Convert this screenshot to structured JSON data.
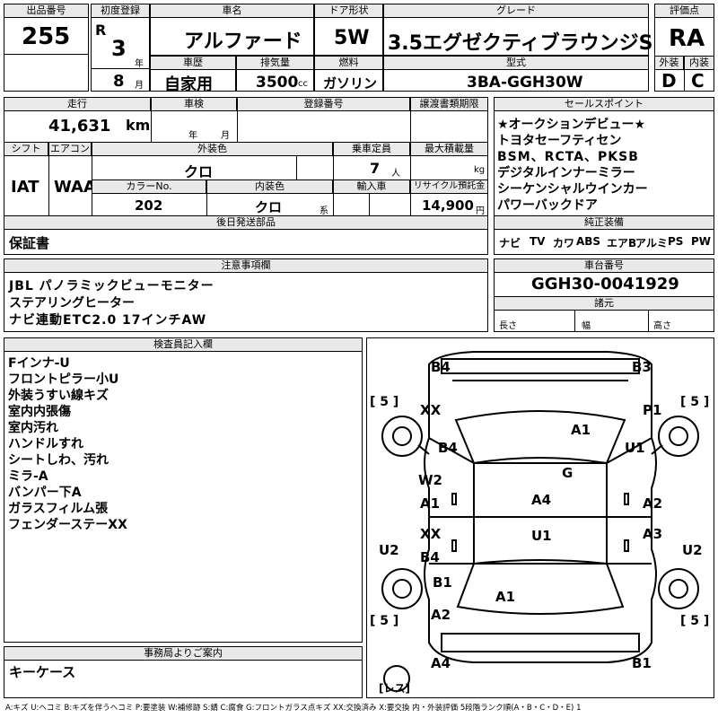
{
  "header": {
    "lot_label": "出品番号",
    "lot_value": "255",
    "first_reg_label": "初度登録",
    "era": "R",
    "year_value": "3",
    "year_unit": "年",
    "month_value": "8",
    "month_unit": "月",
    "name_label": "車名",
    "name_value": "アルファード",
    "door_label": "ドア形状",
    "door_value": "5W",
    "grade_label": "グレード",
    "grade_value": "3.5エグゼクティブラウンジS",
    "score_label": "評価点",
    "score_value": "RA",
    "history_label": "車歴",
    "history_value": "自家用",
    "displacement_label": "排気量",
    "displacement_value": "3500",
    "displacement_unit": "cc",
    "fuel_label": "燃料",
    "fuel_value": "ガソリン",
    "model_label": "型式",
    "model_value": "3BA-GGH30W",
    "exterior_label": "外装",
    "exterior_value": "D",
    "interior_label": "内装",
    "interior_value": "C"
  },
  "row2": {
    "mileage_label": "走行",
    "mileage_value": "41,631",
    "mileage_unit": "km",
    "inspection_label": "車検",
    "inspection_year_unit": "年",
    "inspection_month_unit": "月",
    "reg_no_label": "登録番号",
    "transfer_label": "譲渡書類期限",
    "shift_label": "シフト",
    "shift_value": "IAT",
    "ac_label": "エアコン",
    "ac_value": "WAA",
    "ext_color_label": "外装色",
    "ext_color_value": "クロ",
    "capacity_label": "乗車定員",
    "capacity_value": "7",
    "capacity_unit": "人",
    "load_label": "最大積載量",
    "load_unit": "kg",
    "color_no_label": "カラーNo.",
    "color_no_value": "202",
    "int_color_label": "内装色",
    "int_color_value": "クロ",
    "int_color_unit": "系",
    "import_label": "輸入車",
    "recycle_label": "リサイクル預託金",
    "recycle_value": "14,900",
    "recycle_unit": "円",
    "later_parts_label": "後日発送部品",
    "later_parts_value": "保証書"
  },
  "sales_points": {
    "label": "セールスポイント",
    "lines": [
      "★オークションデビュー★",
      "トヨタセーフティセン",
      "BSM、RCTA、PKSB",
      "デジタルインナーミラー",
      "シーケンシャルウインカー",
      "パワーバックドア"
    ]
  },
  "equipment": {
    "label": "純正装備",
    "items": [
      "ナビ",
      "TV",
      "カワ",
      "ABS",
      "エアB",
      "アルミ",
      "PS",
      "PW"
    ]
  },
  "notes": {
    "label": "注意事項欄",
    "lines": [
      "JBL パノラミックビューモニター",
      "ステアリングヒーター",
      "ナビ連動ETC2.0 17インチAW"
    ]
  },
  "chassis": {
    "label": "車台番号",
    "value": "GGH30-0041929",
    "spec_label": "諸元",
    "length_label": "長さ",
    "width_label": "幅",
    "height_label": "高さ"
  },
  "inspector": {
    "label": "検査員記入欄",
    "lines": [
      "Fインナ-U",
      "フロントピラー小U",
      "外装うすい線キズ",
      "室内内張傷",
      "室内汚れ",
      "ハンドルすれ",
      "シートしわ、汚れ",
      "ミラ-A",
      "バンパー下A",
      "ガラスフィルム張",
      "フェンダーステーXX"
    ]
  },
  "office": {
    "label": "事務局よりご案内",
    "value": "キーケース"
  },
  "diagram": {
    "marks": {
      "b4_top": "B4",
      "b3_top": "B3",
      "xx_fl": "XX",
      "p1_fr": "P1",
      "a1_hood": "A1",
      "b4_fl": "B4",
      "u1_fr": "U1",
      "g_glass": "G",
      "w2": "W2",
      "a1_lf": "A1",
      "a4_roof": "A4",
      "a2_rf": "A2",
      "xx_lr": "XX",
      "a3_rr": "A3",
      "b4_lr": "B4",
      "u1_roof": "U1",
      "u2_left": "U2",
      "u2_right": "U2",
      "b1_rear": "B1",
      "a1_rear": "A1",
      "a2_rear": "A2",
      "a4_bottom": "A4",
      "b1_bottom": "B1"
    },
    "tire_tl": "[ 5 ]",
    "tire_tr": "[ 5 ]",
    "tire_bl": "[ 5 ]",
    "tire_br": "[ 5 ]",
    "spare": "[レス]"
  },
  "footer": {
    "legend": "A:キズ U:ヘコミ B:キズを伴うヘコミ P:要塗装 W:補修跡 S:錆 C:腐食 G:フロントガラス点キズ XX:交換済み X:要交換 内・外装評価 5段階ランク順(A・B・C・D・E) 1"
  }
}
